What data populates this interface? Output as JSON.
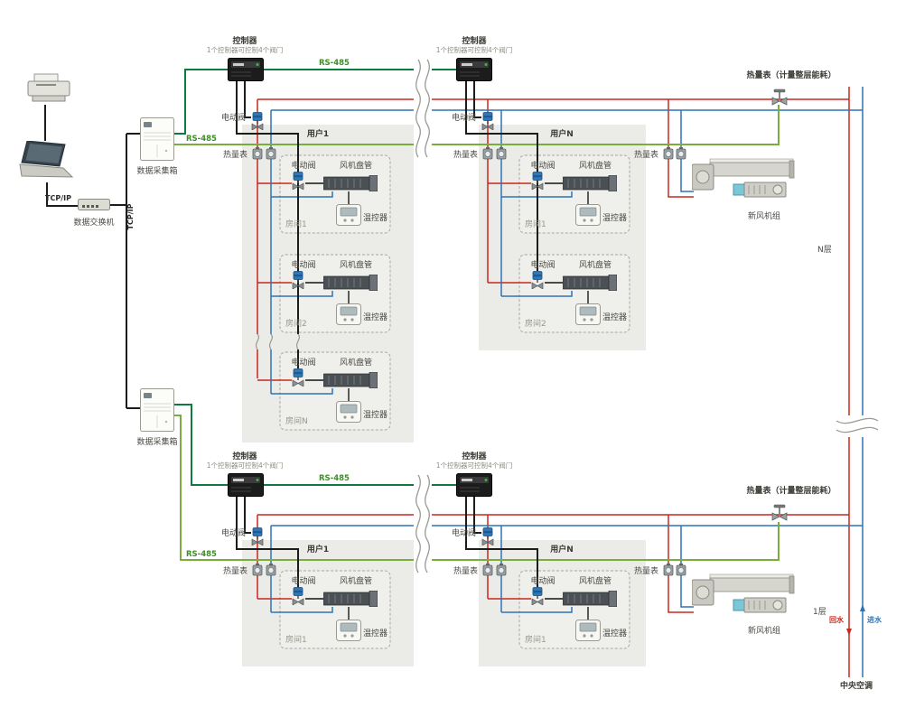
{
  "diagram": {
    "labels": {
      "controller": "控制器",
      "controller_note": "1个控制器可控制4个阀门",
      "rs485": "RS-485",
      "tcpip": "TCP/IP",
      "data_switch": "数据交换机",
      "data_collector": "数据采集箱",
      "electric_valve": "电动阀",
      "heat_meter": "热量表",
      "heat_meter_floor": "热量表（计量整层能耗）",
      "user1": "用户1",
      "userN": "用户N",
      "room1": "房间1",
      "room2": "房间2",
      "roomN": "房间N",
      "fan_coil": "风机盘管",
      "thermostat": "温控器",
      "fresh_air_unit": "新风机组",
      "floor_N": "N层",
      "floor_1": "1层",
      "return_water": "回水",
      "supply_water": "进水",
      "central_ac": "中央空调"
    },
    "colors": {
      "rs485_bus": "#79ad3c",
      "controller_bus": "#0e7a3e",
      "supply_pipe": "#c8281e",
      "return_pipe": "#2e74b5",
      "wiring": "#1c1c1c"
    }
  }
}
